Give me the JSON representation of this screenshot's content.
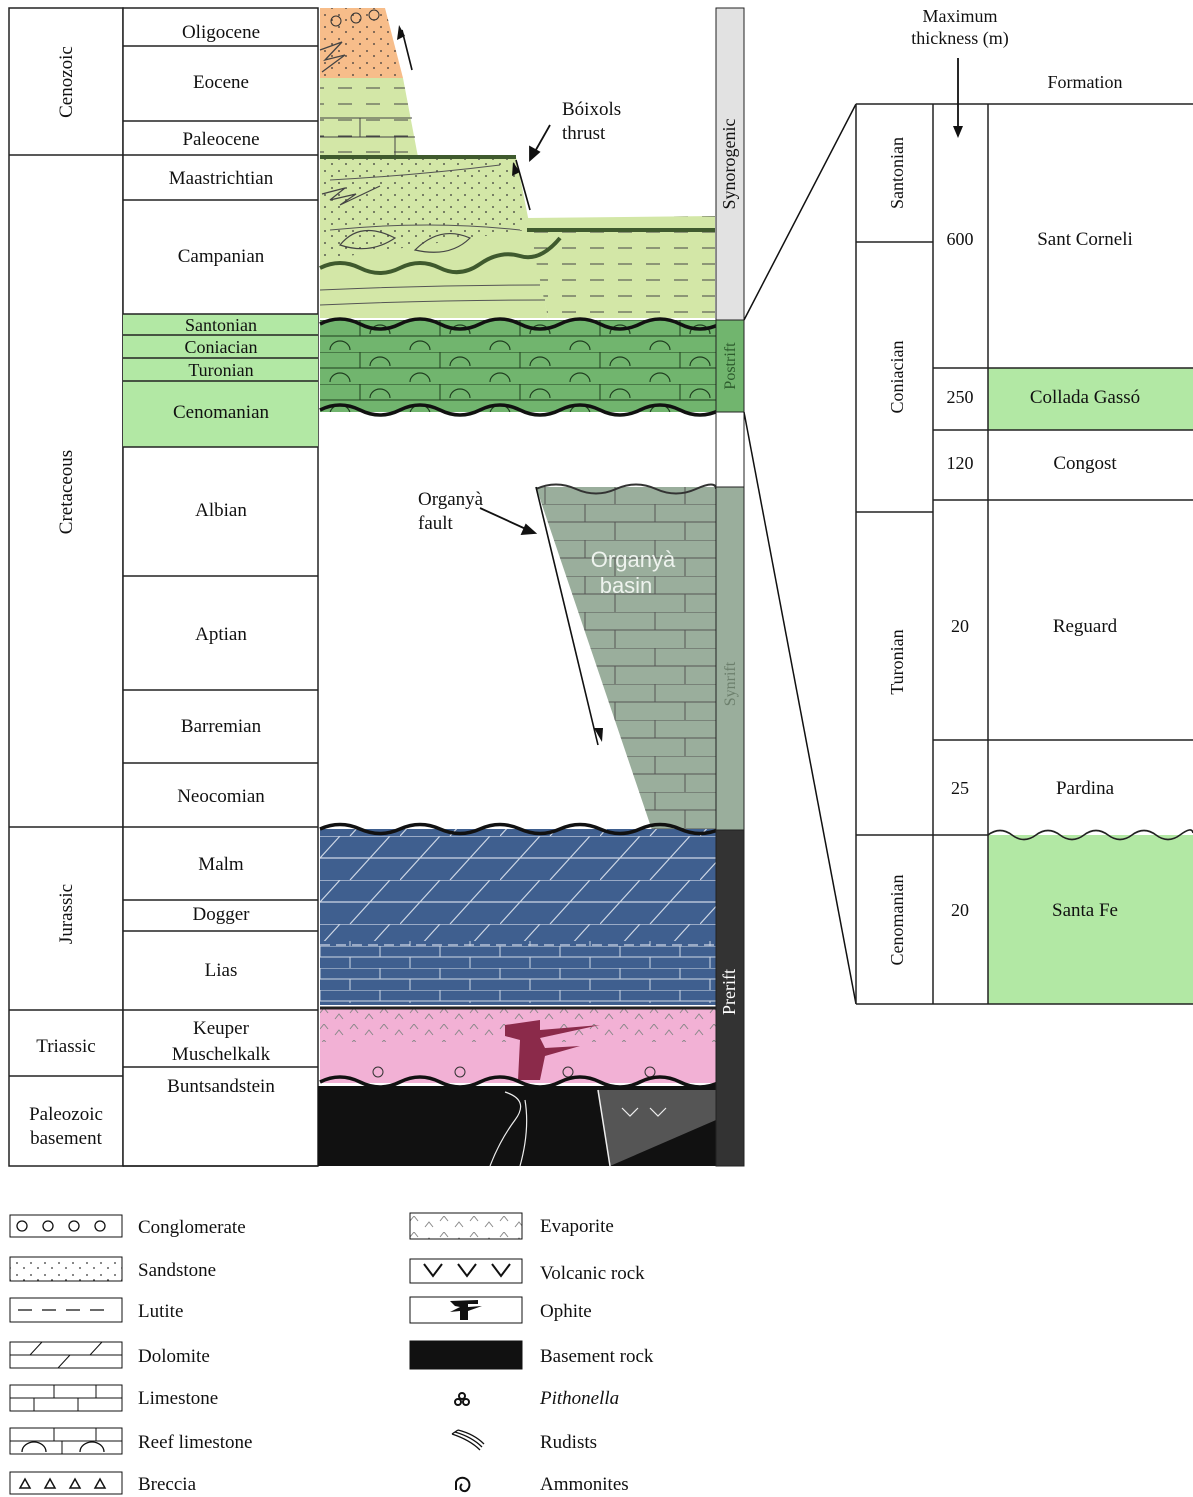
{
  "stratigraphy": {
    "eras": [
      "Cenozoic",
      "Cretaceous",
      "Jurassic",
      "Triassic",
      "Paleozoic basement"
    ],
    "stages": [
      "Oligocene",
      "Eocene",
      "Paleocene",
      "Maastrichtian",
      "Campanian",
      "Santonian",
      "Coniacian",
      "Turonian",
      "Cenomanian",
      "Albian",
      "Aptian",
      "Barremian",
      "Neocomian",
      "Malm",
      "Dogger",
      "Lias",
      "Keuper",
      "Muschelkalk",
      "Buntsandstein"
    ],
    "phases": [
      "Synorogenic",
      "Postrift",
      "Synrift",
      "Prerift"
    ],
    "annotations": {
      "thrust": [
        "Bóixols",
        "thrust"
      ],
      "fault": [
        "Organyà",
        "fault"
      ],
      "basin": [
        "Organyà",
        "basin"
      ]
    }
  },
  "detail": {
    "header_thickness": [
      "Maximum",
      "thickness (m)"
    ],
    "header_formation": "Formation",
    "stages": [
      "Santonian",
      "Coniacian",
      "Turonian",
      "Cenomanian"
    ],
    "formations": [
      {
        "thickness": "600",
        "name": "Sant Corneli",
        "highlight": false
      },
      {
        "thickness": "250",
        "name": "Collada Gassó",
        "highlight": true
      },
      {
        "thickness": "120",
        "name": "Congost",
        "highlight": false
      },
      {
        "thickness": "20",
        "name": "Reguard",
        "highlight": false
      },
      {
        "thickness": "25",
        "name": "Pardina",
        "highlight": false
      },
      {
        "thickness": "20",
        "name": "Santa Fe",
        "highlight": true
      }
    ]
  },
  "legend": {
    "lithology": [
      "Conglomerate",
      "Sandstone",
      "Lutite",
      "Dolomite",
      "Limestone",
      "Reef limestone",
      "Breccia"
    ],
    "other": [
      "Evaporite",
      "Volcanic rock",
      "Ophite",
      "Basement rock",
      "Pithonella",
      "Rudists",
      "Ammonites"
    ]
  },
  "colors": {
    "cenomanian_green": "#b2e8a4",
    "postrift_green": "#71b56e",
    "synorogenic_green": "#d3e7a7",
    "conglomerate_orange": "#f7bd8a",
    "synrift_gray": "#9aae9c",
    "jurassic_blue": "#3f5f8f",
    "triassic_pink": "#f2b1d5",
    "basement_black": "#111111"
  }
}
